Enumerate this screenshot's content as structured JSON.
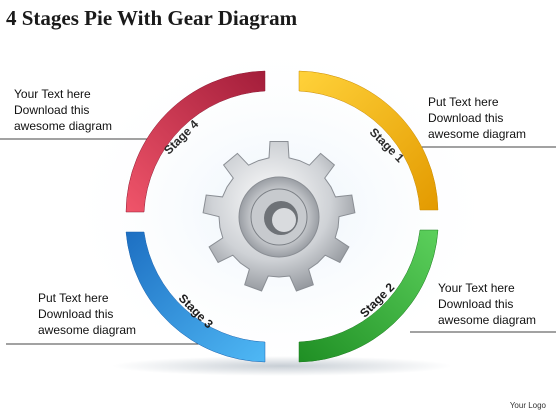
{
  "title": "4 Stages Pie With Gear Diagram",
  "stages": [
    {
      "label": "Stage 1",
      "color": "#f2b40a"
    },
    {
      "label": "Stage 2",
      "color": "#3db53d"
    },
    {
      "label": "Stage 3",
      "color": "#2a8fe0"
    },
    {
      "label": "Stage 4",
      "color": "#d9364a"
    }
  ],
  "notes": {
    "top_left": "Your Text here\nDownload this\nawesome diagram",
    "top_right": "Put Text here\nDownload this\nawesome diagram",
    "bottom_left": "Put Text here\nDownload this\nawesome diagram",
    "bottom_right": "Your Text here\nDownload this\nawesome diagram"
  },
  "logo": "Your Logo"
}
